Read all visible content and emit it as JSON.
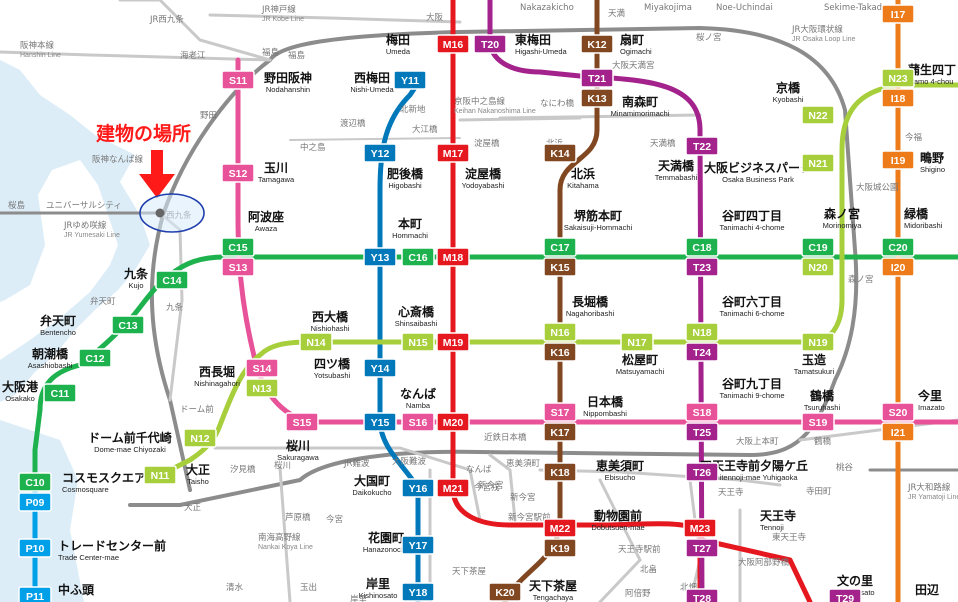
{
  "colors": {
    "midosuji": "#e5171f",
    "tanimachi": "#a3228c",
    "yotsubashi": "#0078ba",
    "chuo": "#1db24e",
    "sennichimae": "#e85298",
    "sakaisuji": "#814721",
    "nagahori": "#a7ce3b",
    "imazatosuji": "#ee7b1a",
    "newtram": "#00a0e9",
    "jr": "#8c8c8c",
    "private": "#c9c9c9",
    "water": "#dcedf8",
    "annotation": "#ff1a1a",
    "circle": "#1f3fae"
  },
  "annotation": {
    "label": "建物の場所",
    "marker": "red-down-arrow-icon",
    "target_station": "西九条"
  },
  "stations": [
    {
      "id": "umeda",
      "jp": "梅田",
      "en": "Umeda"
    },
    {
      "id": "higashi-umeda",
      "jp": "東梅田",
      "en": "Higashi-Umeda"
    },
    {
      "id": "ogimachi",
      "jp": "扇町",
      "en": "Ogimachi"
    },
    {
      "id": "nodahanshin",
      "jp": "野田阪神",
      "en": "Nodahanshin"
    },
    {
      "id": "nishi-umeda",
      "jp": "西梅田",
      "en": "Nishi-Umeda"
    },
    {
      "id": "minamimorimachi",
      "jp": "南森町",
      "en": "Minamimorimachi"
    },
    {
      "id": "kyobashi",
      "jp": "京橋",
      "en": "Kyobashi"
    },
    {
      "id": "gamo",
      "jp": "蒲生四丁",
      "en": "Gamo 4-chou"
    },
    {
      "id": "tamagawa",
      "jp": "玉川",
      "en": "Tamagawa"
    },
    {
      "id": "higobashi",
      "jp": "肥後橋",
      "en": "Higobashi"
    },
    {
      "id": "yodoyabashi",
      "jp": "淀屋橋",
      "en": "Yodoyabashi"
    },
    {
      "id": "kitahama",
      "jp": "北浜",
      "en": "Kitahama"
    },
    {
      "id": "temmabashi",
      "jp": "天満橋",
      "en": "Temmabashi"
    },
    {
      "id": "obp",
      "jp": "大阪ビジネスパーク",
      "en": "Osaka Business Park"
    },
    {
      "id": "shigino",
      "jp": "鴫野",
      "en": "Shigino"
    },
    {
      "id": "awaza",
      "jp": "阿波座",
      "en": "Awaza"
    },
    {
      "id": "hommachi",
      "jp": "本町",
      "en": "Hommachi"
    },
    {
      "id": "sakaisuji-hommachi",
      "jp": "堺筋本町",
      "en": "Sakaisuji-Hommachi"
    },
    {
      "id": "tanimachi4",
      "jp": "谷町四丁目",
      "en": "Tanimachi 4-chome"
    },
    {
      "id": "morinomiya",
      "jp": "森ノ宮",
      "en": "Morinomiya"
    },
    {
      "id": "midoribashi",
      "jp": "緑橋",
      "en": "Midoribashi"
    },
    {
      "id": "kujo",
      "jp": "九条",
      "en": "Kujo"
    },
    {
      "id": "bentencho",
      "jp": "弁天町",
      "en": "Bentencho"
    },
    {
      "id": "nishiohashi",
      "jp": "西大橋",
      "en": "Nishiohashi"
    },
    {
      "id": "shinsaibashi",
      "jp": "心斎橋",
      "en": "Shinsaibashi"
    },
    {
      "id": "nagahoribashi",
      "jp": "長堀橋",
      "en": "Nagahoribashi"
    },
    {
      "id": "tanimachi6",
      "jp": "谷町六丁目",
      "en": "Tanimachi 6-chome"
    },
    {
      "id": "asashiobashi",
      "jp": "朝潮橋",
      "en": "Asashiobashi"
    },
    {
      "id": "yotsubashi",
      "jp": "四ツ橋",
      "en": "Yotsubashi"
    },
    {
      "id": "matsuyamachi",
      "jp": "松屋町",
      "en": "Matsuyamachi"
    },
    {
      "id": "tamatsukuri",
      "jp": "玉造",
      "en": "Tamatsukuri"
    },
    {
      "id": "nishinagahori",
      "jp": "西長堀",
      "en": "Nishinagahori"
    },
    {
      "id": "osakako",
      "jp": "大阪港",
      "en": "Osakako"
    },
    {
      "id": "namba",
      "jp": "なんば",
      "en": "Namba"
    },
    {
      "id": "nippombashi",
      "jp": "日本橋",
      "en": "Nippombashi"
    },
    {
      "id": "tanimachi9",
      "jp": "谷町九丁目",
      "en": "Tanimachi 9-chome"
    },
    {
      "id": "tsuruhashi",
      "jp": "鶴橋",
      "en": "Tsuruhashi"
    },
    {
      "id": "imazato",
      "jp": "今里",
      "en": "Imazato"
    },
    {
      "id": "dome-chiyozaki",
      "jp": "ドーム前千代崎",
      "en": "Dome-mae Chiyozaki"
    },
    {
      "id": "sakuragawa",
      "jp": "桜川",
      "en": "Sakuragawa"
    },
    {
      "id": "taisho",
      "jp": "大正",
      "en": "Taisho"
    },
    {
      "id": "daikokucho",
      "jp": "大国町",
      "en": "Daikokucho"
    },
    {
      "id": "ebisucho",
      "jp": "恵美須町",
      "en": "Ebisucho"
    },
    {
      "id": "shitennoji",
      "jp": "四天王寺前夕陽ケ丘",
      "en": "Shitennoji-mae Yuhigaoka"
    },
    {
      "id": "cosmosquare",
      "jp": "コスモスクエア",
      "en": "Cosmosquare"
    },
    {
      "id": "dobutsuen",
      "jp": "動物園前",
      "en": "Dobutsuen-mae"
    },
    {
      "id": "tennoji",
      "jp": "天王寺",
      "en": "Tennoji"
    },
    {
      "id": "trade-center",
      "jp": "トレードセンター前",
      "en": "Trade Center-mae"
    },
    {
      "id": "hanazonocho",
      "jp": "花園町",
      "en": "Hanazonocho"
    },
    {
      "id": "fuminosato",
      "jp": "文の里",
      "en": "Fuminosato"
    },
    {
      "id": "nakafuto",
      "jp": "中ふ頭",
      "en": ""
    },
    {
      "id": "kishinosato",
      "jp": "岸里",
      "en": "Kishinosato"
    },
    {
      "id": "tengachaya",
      "jp": "天下茶屋",
      "en": "Tengachaya"
    },
    {
      "id": "tanabe",
      "jp": "田辺",
      "en": ""
    }
  ],
  "badges": [
    {
      "id": "M16",
      "line": "midosuji"
    },
    {
      "id": "M17",
      "line": "midosuji"
    },
    {
      "id": "M18",
      "line": "midosuji"
    },
    {
      "id": "M19",
      "line": "midosuji"
    },
    {
      "id": "M20",
      "line": "midosuji"
    },
    {
      "id": "M21",
      "line": "midosuji"
    },
    {
      "id": "M22",
      "line": "midosuji"
    },
    {
      "id": "M23",
      "line": "midosuji"
    },
    {
      "id": "T20",
      "line": "tanimachi"
    },
    {
      "id": "T21",
      "line": "tanimachi"
    },
    {
      "id": "T22",
      "line": "tanimachi"
    },
    {
      "id": "T23",
      "line": "tanimachi"
    },
    {
      "id": "T24",
      "line": "tanimachi"
    },
    {
      "id": "T25",
      "line": "tanimachi"
    },
    {
      "id": "T26",
      "line": "tanimachi"
    },
    {
      "id": "T27",
      "line": "tanimachi"
    },
    {
      "id": "T28",
      "line": "tanimachi"
    },
    {
      "id": "T29",
      "line": "tanimachi"
    },
    {
      "id": "K12",
      "line": "sakaisuji"
    },
    {
      "id": "K13",
      "line": "sakaisuji"
    },
    {
      "id": "K14",
      "line": "sakaisuji"
    },
    {
      "id": "K15",
      "line": "sakaisuji"
    },
    {
      "id": "K16",
      "line": "sakaisuji"
    },
    {
      "id": "K17",
      "line": "sakaisuji"
    },
    {
      "id": "K18",
      "line": "sakaisuji"
    },
    {
      "id": "K19",
      "line": "sakaisuji"
    },
    {
      "id": "K20",
      "line": "sakaisuji"
    },
    {
      "id": "Y11",
      "line": "yotsubashi"
    },
    {
      "id": "Y12",
      "line": "yotsubashi"
    },
    {
      "id": "Y13",
      "line": "yotsubashi"
    },
    {
      "id": "Y14",
      "line": "yotsubashi"
    },
    {
      "id": "Y15",
      "line": "yotsubashi"
    },
    {
      "id": "Y16",
      "line": "yotsubashi"
    },
    {
      "id": "Y17",
      "line": "yotsubashi"
    },
    {
      "id": "Y18",
      "line": "yotsubashi"
    },
    {
      "id": "C10",
      "line": "chuo"
    },
    {
      "id": "C11",
      "line": "chuo"
    },
    {
      "id": "C12",
      "line": "chuo"
    },
    {
      "id": "C13",
      "line": "chuo"
    },
    {
      "id": "C14",
      "line": "chuo"
    },
    {
      "id": "C15",
      "line": "chuo"
    },
    {
      "id": "C16",
      "line": "chuo"
    },
    {
      "id": "C17",
      "line": "chuo"
    },
    {
      "id": "C18",
      "line": "chuo"
    },
    {
      "id": "C19",
      "line": "chuo"
    },
    {
      "id": "C20",
      "line": "chuo"
    },
    {
      "id": "S11",
      "line": "sennichimae"
    },
    {
      "id": "S12",
      "line": "sennichimae"
    },
    {
      "id": "S13",
      "line": "sennichimae"
    },
    {
      "id": "S14",
      "line": "sennichimae"
    },
    {
      "id": "S15",
      "line": "sennichimae"
    },
    {
      "id": "S16",
      "line": "sennichimae"
    },
    {
      "id": "S17",
      "line": "sennichimae"
    },
    {
      "id": "S18",
      "line": "sennichimae"
    },
    {
      "id": "S19",
      "line": "sennichimae"
    },
    {
      "id": "S20",
      "line": "sennichimae"
    },
    {
      "id": "N11",
      "line": "nagahori"
    },
    {
      "id": "N12",
      "line": "nagahori"
    },
    {
      "id": "N13",
      "line": "nagahori"
    },
    {
      "id": "N14",
      "line": "nagahori"
    },
    {
      "id": "N15",
      "line": "nagahori"
    },
    {
      "id": "N16",
      "line": "nagahori"
    },
    {
      "id": "N17",
      "line": "nagahori"
    },
    {
      "id": "N18",
      "line": "nagahori"
    },
    {
      "id": "N19",
      "line": "nagahori"
    },
    {
      "id": "N20",
      "line": "nagahori"
    },
    {
      "id": "N21",
      "line": "nagahori"
    },
    {
      "id": "N22",
      "line": "nagahori"
    },
    {
      "id": "N23",
      "line": "nagahori"
    },
    {
      "id": "I17",
      "line": "imazatosuji"
    },
    {
      "id": "I18",
      "line": "imazatosuji"
    },
    {
      "id": "I19",
      "line": "imazatosuji"
    },
    {
      "id": "I20",
      "line": "imazatosuji"
    },
    {
      "id": "I21",
      "line": "imazatosuji"
    },
    {
      "id": "P09",
      "line": "newtram"
    },
    {
      "id": "P10",
      "line": "newtram"
    },
    {
      "id": "P11",
      "line": "newtram"
    }
  ],
  "other_labels": [
    {
      "id": "jr-kobe",
      "jp": "JR神戸線",
      "en": "JR Kobe Line"
    },
    {
      "id": "jr-nishikujo",
      "jp": "JR西九条",
      "en": ""
    },
    {
      "id": "hanshin",
      "jp": "阪神本線",
      "en": "Hanshin Line"
    },
    {
      "id": "ebie",
      "jp": "海老江",
      "en": ""
    },
    {
      "id": "fukushima-jr",
      "jp": "福島",
      "en": ""
    },
    {
      "id": "fukushima",
      "jp": "福島",
      "en": ""
    },
    {
      "id": "noda",
      "jp": "野田",
      "en": ""
    },
    {
      "id": "kitashinchi",
      "jp": "北新地",
      "en": ""
    },
    {
      "id": "watanabebashi",
      "jp": "渡辺橋",
      "en": ""
    },
    {
      "id": "oebashi",
      "jp": "大江橋",
      "en": ""
    },
    {
      "id": "nakanoshima",
      "jp": "中之島",
      "en": ""
    },
    {
      "id": "keihan-nakanoshima",
      "jp": "京阪中之島線",
      "en": "Keihan Nakanoshima Line"
    },
    {
      "id": "naniwabashi",
      "jp": "なにわ橋",
      "en": ""
    },
    {
      "id": "yodoyabashi-k",
      "jp": "淀屋橋",
      "en": ""
    },
    {
      "id": "kitahama-k",
      "jp": "北浜",
      "en": ""
    },
    {
      "id": "temmabashi-k",
      "jp": "天満橋",
      "en": ""
    },
    {
      "id": "osaka-temmangu",
      "jp": "大阪天満宮",
      "en": ""
    },
    {
      "id": "temma",
      "jp": "天満",
      "en": ""
    },
    {
      "id": "sakuranomiya",
      "jp": "桜ノ宮",
      "en": ""
    },
    {
      "id": "jr-loop",
      "jp": "JR大阪環状線",
      "en": "JR Osaka Loop Line"
    },
    {
      "id": "osaka",
      "jp": "大阪",
      "en": ""
    },
    {
      "id": "nakazakicho",
      "jp": "Nakazakicho",
      "en": ""
    },
    {
      "id": "miyakojima",
      "jp": "Miyakojima",
      "en": ""
    },
    {
      "id": "noe-uchindai",
      "jp": "Noe-Uchindai",
      "en": ""
    },
    {
      "id": "sekime",
      "jp": "Sekime-Takadono",
      "en": ""
    },
    {
      "id": "osakajo",
      "jp": "大阪城公園",
      "en": ""
    },
    {
      "id": "morinomiya-jr",
      "jp": "森ノ宮",
      "en": ""
    },
    {
      "id": "nishikujo",
      "jp": "西九条",
      "en": ""
    },
    {
      "id": "sakurajima",
      "jp": "桜島",
      "en": ""
    },
    {
      "id": "usj",
      "jp": "ユニバーサルシティ",
      "en": ""
    },
    {
      "id": "jr-yumesaki",
      "jp": "JRゆめ咲線",
      "en": "JR Yumesaki Line"
    },
    {
      "id": "hanshin-namba",
      "jp": "阪神なんば線",
      "en": ""
    },
    {
      "id": "bentencho-jr",
      "jp": "弁天町",
      "en": ""
    },
    {
      "id": "kujo-h",
      "jp": "九条",
      "en": ""
    },
    {
      "id": "dome-mae",
      "jp": "ドーム前",
      "en": ""
    },
    {
      "id": "ashiharabashi",
      "jp": "芦原橋",
      "en": ""
    },
    {
      "id": "jr-namba",
      "jp": "JR難波",
      "en": ""
    },
    {
      "id": "osaka-namba",
      "jp": "大阪難波",
      "en": ""
    },
    {
      "id": "kintetsu-nippombashi",
      "jp": "近鉄日本橋",
      "en": ""
    },
    {
      "id": "namba-n",
      "jp": "なんば",
      "en": ""
    },
    {
      "id": "shin-imamiya",
      "jp": "新今宮",
      "en": ""
    },
    {
      "id": "ebisucho-h",
      "jp": "恵美須町",
      "en": ""
    },
    {
      "id": "shin-imamiya-eki",
      "jp": "新今宮駅前",
      "en": ""
    },
    {
      "id": "imamiya",
      "jp": "今宮",
      "en": ""
    },
    {
      "id": "taisho-jr",
      "jp": "大正",
      "en": ""
    },
    {
      "id": "imamiya-ebisu",
      "jp": "今宮戎",
      "en": ""
    },
    {
      "id": "osaka-uehommachi",
      "jp": "大阪上本町",
      "en": ""
    },
    {
      "id": "tsuruhashi-jr",
      "jp": "鶴橋",
      "en": ""
    },
    {
      "id": "momodani",
      "jp": "桃谷",
      "en": ""
    },
    {
      "id": "teradacho",
      "jp": "寺田町",
      "en": ""
    },
    {
      "id": "tennoji-jr",
      "jp": "天王寺",
      "en": ""
    },
    {
      "id": "tennoji-ekimae",
      "jp": "天王寺駅前",
      "en": ""
    },
    {
      "id": "osaka-abenobashi",
      "jp": "大阪阿部野橋",
      "en": ""
    },
    {
      "id": "abeno",
      "jp": "阿倍野",
      "en": ""
    },
    {
      "id": "tengachaya-n",
      "jp": "天下茶屋",
      "en": ""
    },
    {
      "id": "kishinosato-n",
      "jp": "岸里",
      "en": ""
    },
    {
      "id": "jr-yamatoji",
      "jp": "JR大和路線",
      "en": "JR Yamatoji Line"
    },
    {
      "id": "nankai-koya",
      "jp": "南海高野線",
      "en": "Nankai Koya Line"
    },
    {
      "id": "tamade",
      "jp": "玉出",
      "en": ""
    },
    {
      "id": "shimizu",
      "jp": "清水",
      "en": ""
    },
    {
      "id": "kitabatake",
      "jp": "北畠",
      "en": ""
    },
    {
      "id": "higashi-tennoji",
      "jp": "東天王寺",
      "en": ""
    },
    {
      "id": "kitabata",
      "jp": "北畑",
      "en": ""
    },
    {
      "id": "imafuku",
      "jp": "今福",
      "en": ""
    },
    {
      "id": "ashi",
      "jp": "汐見橋",
      "en": ""
    },
    {
      "id": "shin-imamiya-2",
      "jp": "新今宮",
      "en": ""
    },
    {
      "id": "sakuragawa-h",
      "jp": "桜川",
      "en": ""
    }
  ]
}
